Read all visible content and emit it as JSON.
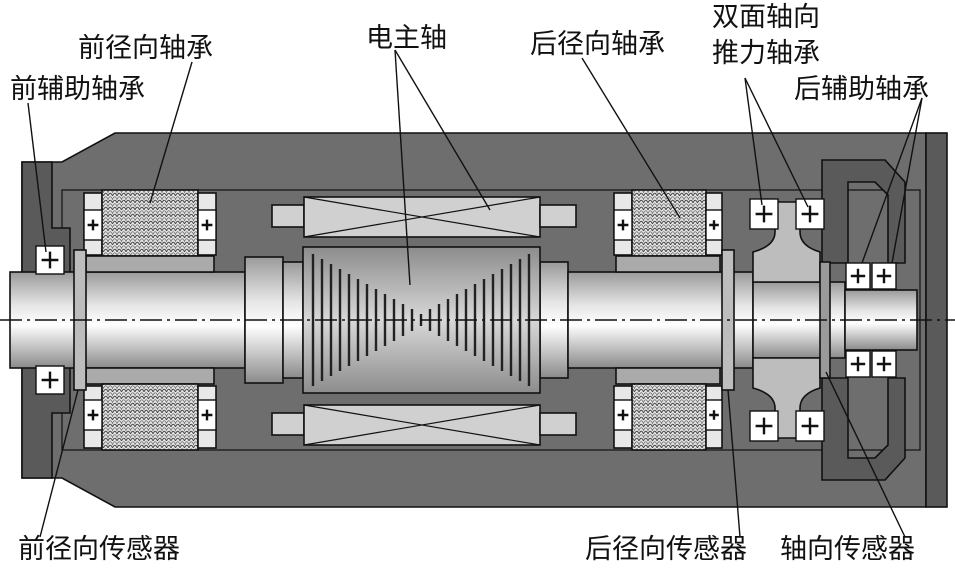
{
  "labels": {
    "front_radial_bearing": "前径向轴承",
    "front_aux_bearing": "前辅助轴承",
    "electric_spindle": "电主轴",
    "rear_radial_bearing": "后径向轴承",
    "thrust_bearing_line1": "双面轴向",
    "thrust_bearing_line2": "推力轴承",
    "rear_aux_bearing": "后辅助轴承",
    "front_radial_sensor": "前径向传感器",
    "rear_radial_sensor": "后径向传感器",
    "axial_sensor": "轴向传感器"
  },
  "colors": {
    "housing": "#6e6e6e",
    "dark_part": "#5a5a5a",
    "shaft": "#c8c8c8",
    "coil": "#d0d0d0",
    "inner_space": "#ffffff",
    "outline": "#111111"
  }
}
